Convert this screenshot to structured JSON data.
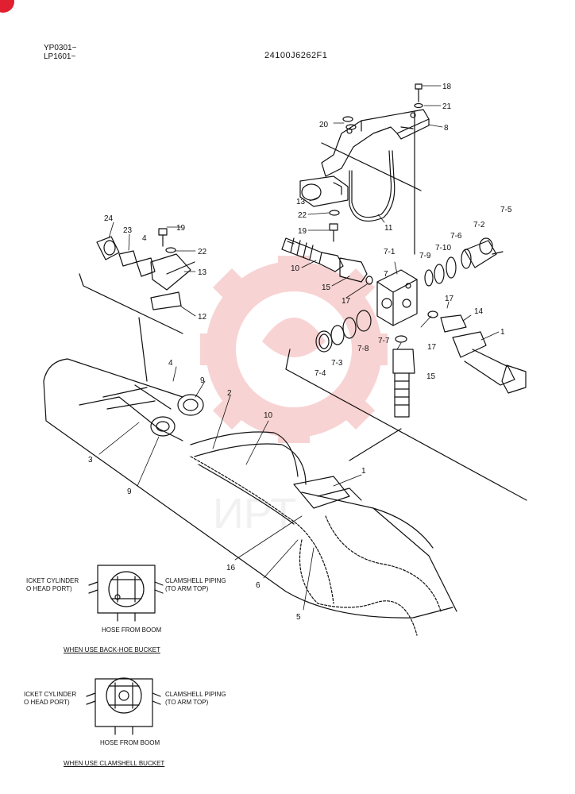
{
  "header": {
    "serial_1": "YP0301~",
    "serial_2": "LP1601~",
    "drawing_number": "24100J6262F1"
  },
  "watermark": {
    "text": "ИРТ",
    "color": "#f1a7a7"
  },
  "colors": {
    "ink": "#111111",
    "watermark": "#f3b0b0",
    "corner_mark": "#e02030"
  },
  "part_labels": [
    "18",
    "21",
    "20",
    "8",
    "13",
    "11",
    "22",
    "19",
    "10",
    "15",
    "7-1",
    "7",
    "7-9",
    "7-10",
    "7-6",
    "7-2",
    "7-5",
    "17",
    "17",
    "14",
    "1",
    "17",
    "7-4",
    "7-3",
    "7-8",
    "7-7",
    "15",
    "24",
    "23",
    "19",
    "4",
    "22",
    "13",
    "12",
    "4",
    "9",
    "2",
    "3",
    "9",
    "10",
    "1",
    "16",
    "6",
    "5"
  ],
  "detail_1": {
    "left_label_line1": "ICKET CYLINDER",
    "left_label_line2": "O HEAD PORT)",
    "right_label_line1": "CLAMSHELL PIPING",
    "right_label_line2": "(TO ARM TOP)",
    "bottom_label": "HOSE FROM BOOM",
    "caption": "WHEN USE BACK-HOE BUCKET"
  },
  "detail_2": {
    "left_label_line1": "ICKET CYLINDER",
    "left_label_line2": "O HEAD PORT)",
    "right_label_line1": "CLAMSHELL PIPING",
    "right_label_line2": "(TO ARM TOP)",
    "bottom_label": "HOSE FROM BOOM",
    "caption": "WHEN USE CLAMSHELL BUCKET"
  }
}
